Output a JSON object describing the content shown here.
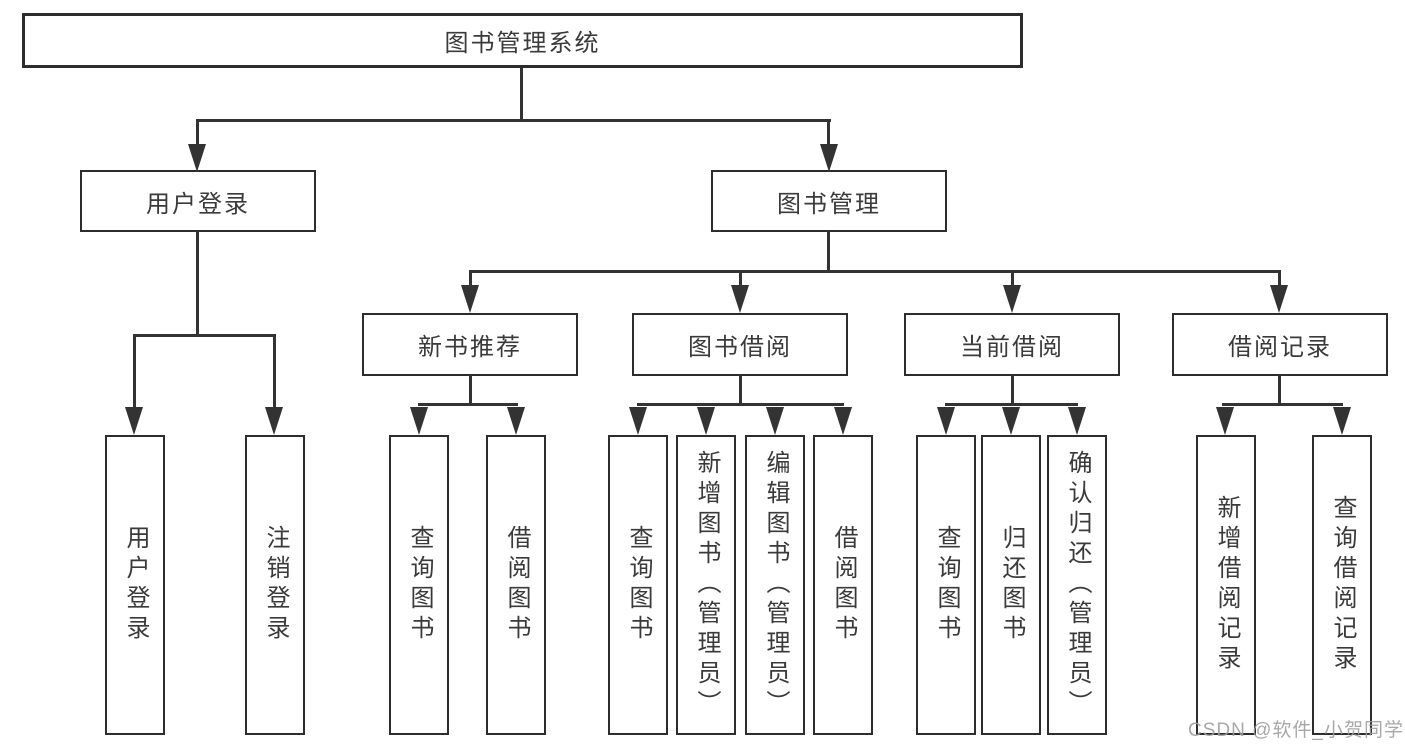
{
  "diagram_type": "hierarchy-tree",
  "nodes": {
    "root": "图书管理系统",
    "level2": [
      "用户登录",
      "图书管理"
    ],
    "level3": [
      "新书推荐",
      "图书借阅",
      "当前借阅",
      "借阅记录"
    ],
    "leaves": [
      "用户登录",
      "注销登录",
      "查询图书",
      "借阅图书",
      "查询图书",
      "新增图书（管理员）",
      "编辑图书（管理员）",
      "借阅图书",
      "查询图书",
      "归还图书",
      "确认归还（管理员）",
      "新增借阅记录",
      "查询借阅记录"
    ]
  },
  "hierarchy": {
    "图书管理系统": {
      "用户登录": [
        "用户登录",
        "注销登录"
      ],
      "图书管理": {
        "新书推荐": [
          "查询图书",
          "借阅图书"
        ],
        "图书借阅": [
          "查询图书",
          "新增图书（管理员）",
          "编辑图书（管理员）",
          "借阅图书"
        ],
        "当前借阅": [
          "查询图书",
          "归还图书",
          "确认归还（管理员）"
        ],
        "借阅记录": [
          "新增借阅记录",
          "查询借阅记录"
        ]
      }
    }
  },
  "watermark": "CSDN @软件_小贺同学",
  "colors": {
    "line": "#333333",
    "box_border": "#2d2d2d",
    "text": "#3a3a3a",
    "watermark": "#9e9e9e",
    "background": "#ffffff"
  }
}
